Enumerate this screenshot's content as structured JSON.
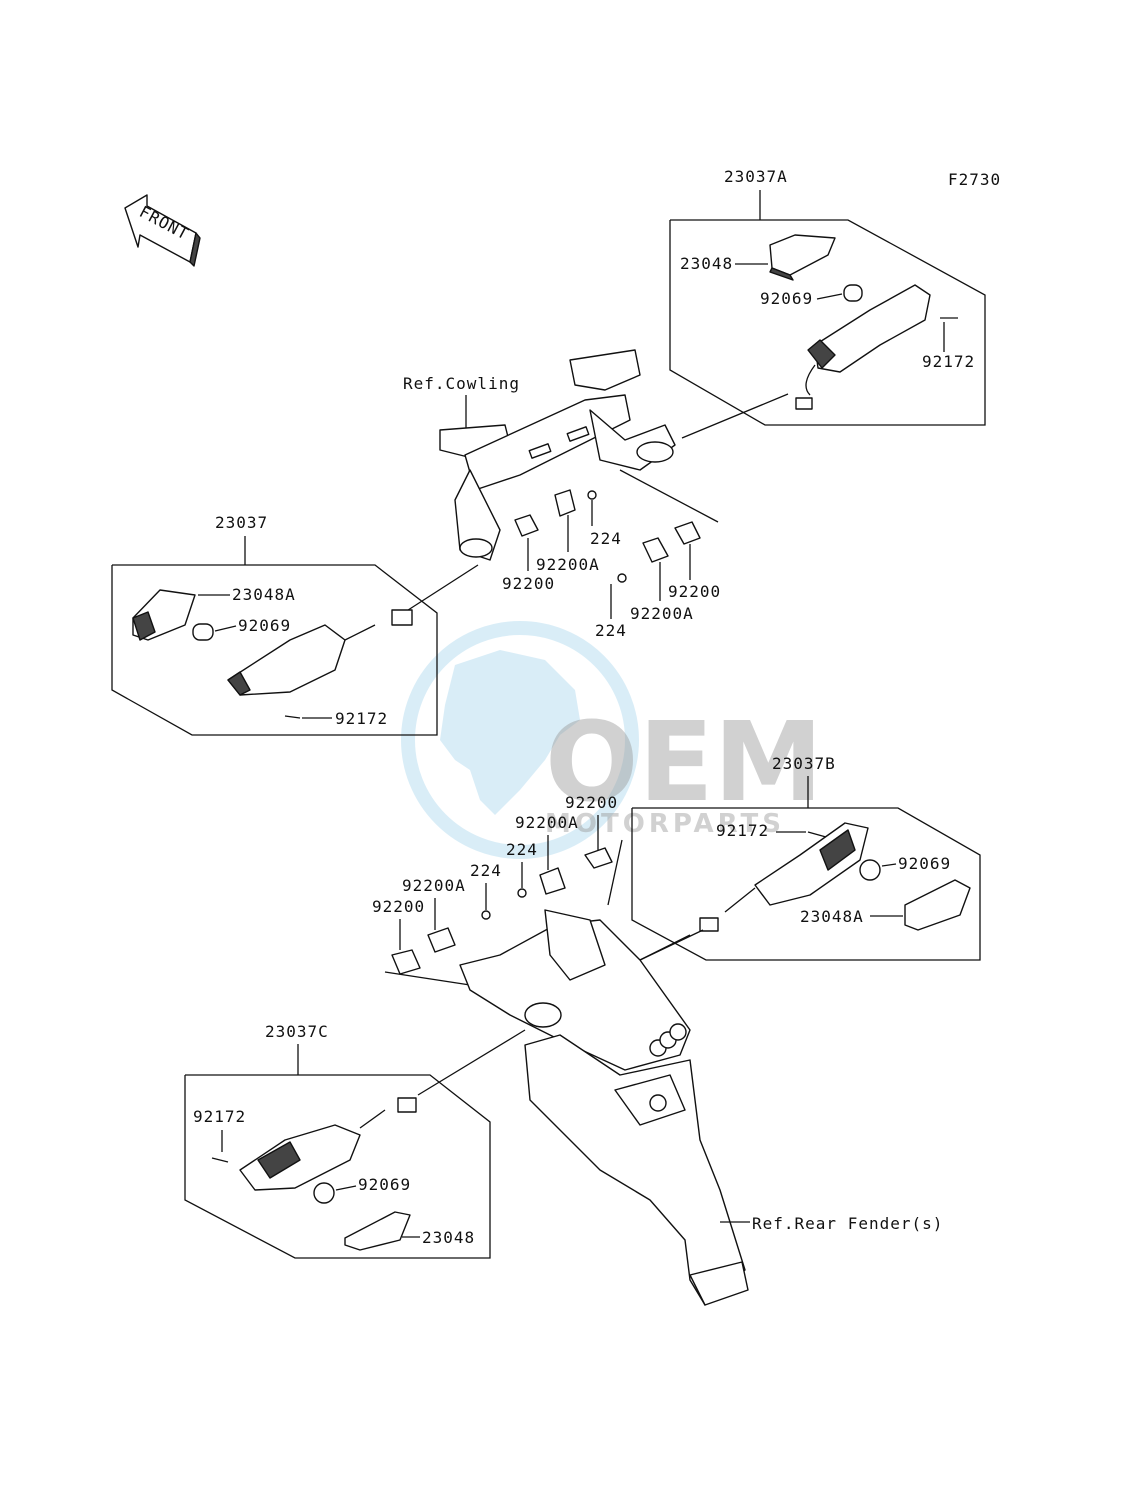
{
  "figure_code": "F2730",
  "front_arrow_label": "FRONT",
  "watermark": {
    "brand": "OEM",
    "sub": "MOTORPARTS"
  },
  "labels": {
    "ref_cowling": "Ref.Cowling",
    "ref_rear_fender": "Ref.Rear Fender(s)",
    "grp_a_title": "23037A",
    "grp_a_lens": "23048",
    "grp_a_bulb": "92069",
    "grp_a_screw": "92172",
    "grp_b_title": "23037",
    "grp_b_lens": "23048A",
    "grp_b_bulb": "92069",
    "grp_b_screw": "92172",
    "grp_c_title": "23037B",
    "grp_c_screw": "92172",
    "grp_c_bulb": "92069",
    "grp_c_lens": "23048A",
    "grp_d_title": "23037C",
    "grp_d_screw": "92172",
    "grp_d_bulb": "92069",
    "grp_d_lens": "23048",
    "upper_224_a": "224",
    "upper_92200A_a": "92200A",
    "upper_92200_a": "92200",
    "upper_92200_b": "92200",
    "upper_92200A_b": "92200A",
    "upper_224_b": "224",
    "lower_92200_a": "92200",
    "lower_92200A_a": "92200A",
    "lower_224_a": "224",
    "lower_224_b": "224",
    "lower_92200A_b": "92200A",
    "lower_92200_b": "92200"
  }
}
